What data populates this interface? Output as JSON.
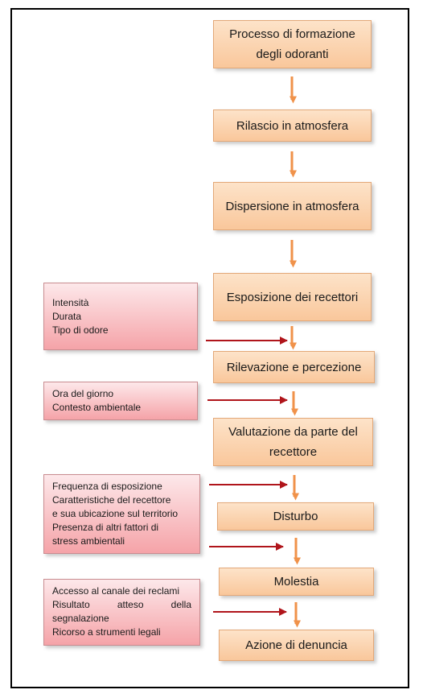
{
  "steps": [
    {
      "id": "processo",
      "text": "Processo di formazione degli odoranti"
    },
    {
      "id": "rilascio",
      "text": "Rilascio in atmosfera"
    },
    {
      "id": "dispersione",
      "text": "Dispersione in atmosfera"
    },
    {
      "id": "esposizione",
      "text": "Esposizione dei recettori"
    },
    {
      "id": "rilevazione",
      "text": "Rilevazione e percezione"
    },
    {
      "id": "valutazione",
      "text": "Valutazione da parte del recettore"
    },
    {
      "id": "disturbo",
      "text": "Disturbo"
    },
    {
      "id": "molestia",
      "text": "Molestia"
    },
    {
      "id": "azione",
      "text": "Azione di denuncia"
    }
  ],
  "factors": [
    {
      "id": "percezione-fattori",
      "lines": [
        "Intensità",
        "Durata",
        "Tipo di odore"
      ]
    },
    {
      "id": "contesto-fattori",
      "lines": [
        "Ora del giorno",
        "Contesto ambientale"
      ]
    },
    {
      "id": "disturbo-fattori",
      "lines": [
        "Frequenza di esposizione",
        "Caratteristiche del recettore",
        "e sua ubicazione sul territorio",
        "Presenza di altri fattori di",
        "stress ambientali"
      ]
    },
    {
      "id": "denuncia-fattori",
      "lines": [
        "Accesso al canale dei reclami",
        "Risultato atteso della",
        "segnalazione",
        "Ricorso a strumenti legali"
      ]
    }
  ],
  "colors": {
    "step_fill": "#f9c79b",
    "factor_fill": "#f5a3a8",
    "flow_arrow": "#f0924a",
    "influence_arrow": "#b0151b"
  }
}
